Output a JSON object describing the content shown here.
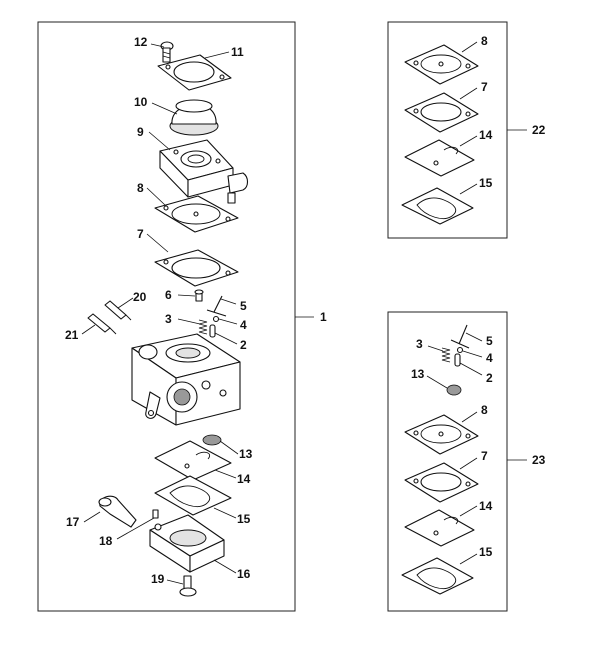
{
  "diagram": {
    "main_group": {
      "assembly_number": "1",
      "callouts": [
        "12",
        "11",
        "10",
        "9",
        "8",
        "7",
        "6",
        "5",
        "4",
        "3",
        "2",
        "20",
        "21",
        "13",
        "14",
        "15",
        "17",
        "18",
        "16",
        "19"
      ]
    },
    "kit_a": {
      "assembly_number": "22",
      "callouts": [
        "8",
        "7",
        "14",
        "15"
      ]
    },
    "kit_b": {
      "assembly_number": "23",
      "callouts": [
        "5",
        "3",
        "4",
        "2",
        "13",
        "8",
        "7",
        "14",
        "15"
      ]
    }
  }
}
